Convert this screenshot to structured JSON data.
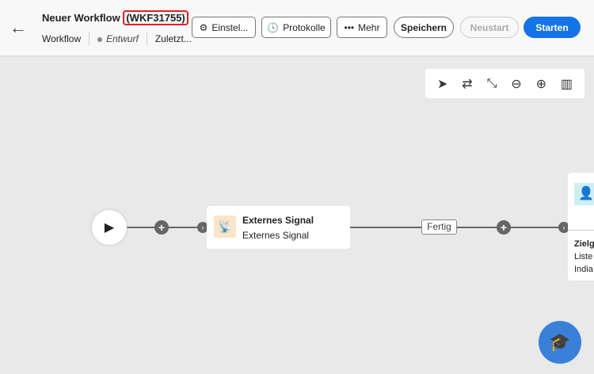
{
  "header": {
    "title": "Neuer Workflow",
    "id": "(WKF31755)",
    "type": "Workflow",
    "status": "Entwurf",
    "modified": "Zuletzt...",
    "buttons": {
      "settings": "Einstel...",
      "logs": "Protokolle",
      "more": "Mehr",
      "save": "Speichern",
      "restart": "Neustart",
      "start": "Starten"
    }
  },
  "canvas": {
    "node1": {
      "title": "Externes Signal",
      "subtitle": "Externes Signal"
    },
    "transition": "Fertig",
    "node2": {
      "title": "Zielgr",
      "line1": "Liste",
      "line2": "India"
    }
  },
  "colors": {
    "accent": "#1473e6",
    "highlight": "#d22222"
  }
}
